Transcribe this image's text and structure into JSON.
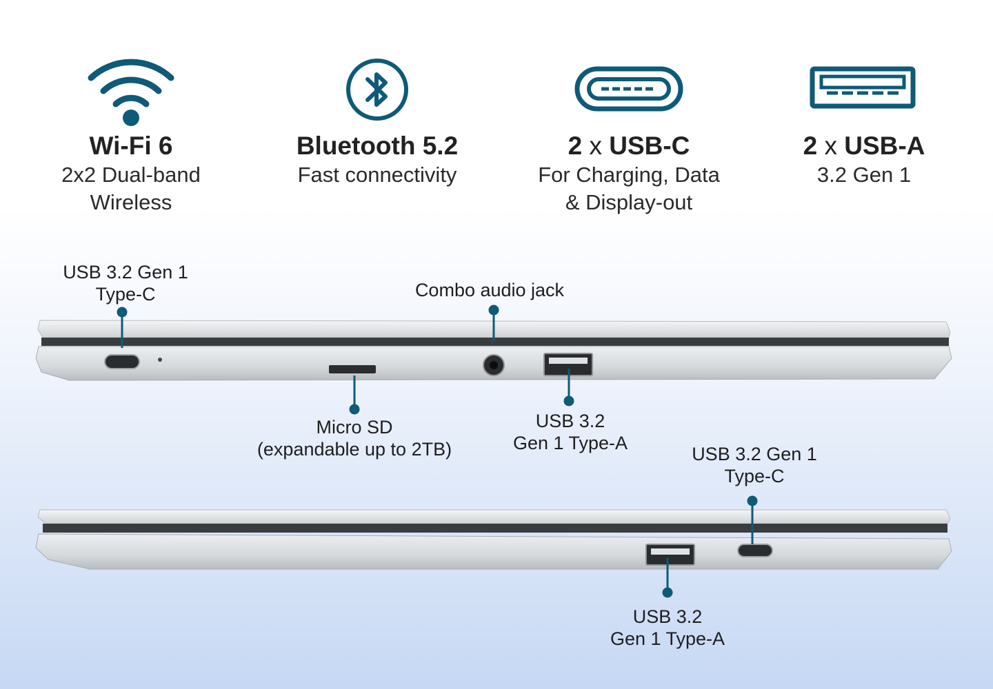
{
  "features": [
    {
      "icon": "wifi-icon",
      "title": "Wi-Fi 6",
      "sub1": "2x2 Dual-band",
      "sub2": "Wireless"
    },
    {
      "icon": "bluetooth-icon",
      "title": "Bluetooth 5.2",
      "sub1": "Fast connectivity",
      "sub2": ""
    },
    {
      "icon": "usb-c-port-icon",
      "title_count": "2",
      "title_x": "x",
      "title_name": "USB-C",
      "sub1": "For Charging, Data",
      "sub2": "& Display-out"
    },
    {
      "icon": "usb-a-port-icon",
      "title_count": "2",
      "title_x": "x",
      "title_name": "USB-A",
      "sub1": "3.2 Gen 1",
      "sub2": ""
    }
  ],
  "left_side": {
    "usb_c_line1": "USB 3.2 Gen 1",
    "usb_c_line2": "Type-C",
    "audio": "Combo audio jack",
    "microsd_line1": "Micro SD",
    "microsd_line2": "(expandable up to 2TB)",
    "usb_a_line1": "USB 3.2",
    "usb_a_line2": "Gen 1 Type-A"
  },
  "right_side": {
    "usb_c_line1": "USB 3.2 Gen 1",
    "usb_c_line2": "Type-C",
    "usb_a_line1": "USB 3.2",
    "usb_a_line2": "Gen 1 Type-A"
  },
  "colors": {
    "accent": "#0e5a78",
    "laptop_silver": "#d9dbde",
    "bezel": "#3a3d40"
  }
}
